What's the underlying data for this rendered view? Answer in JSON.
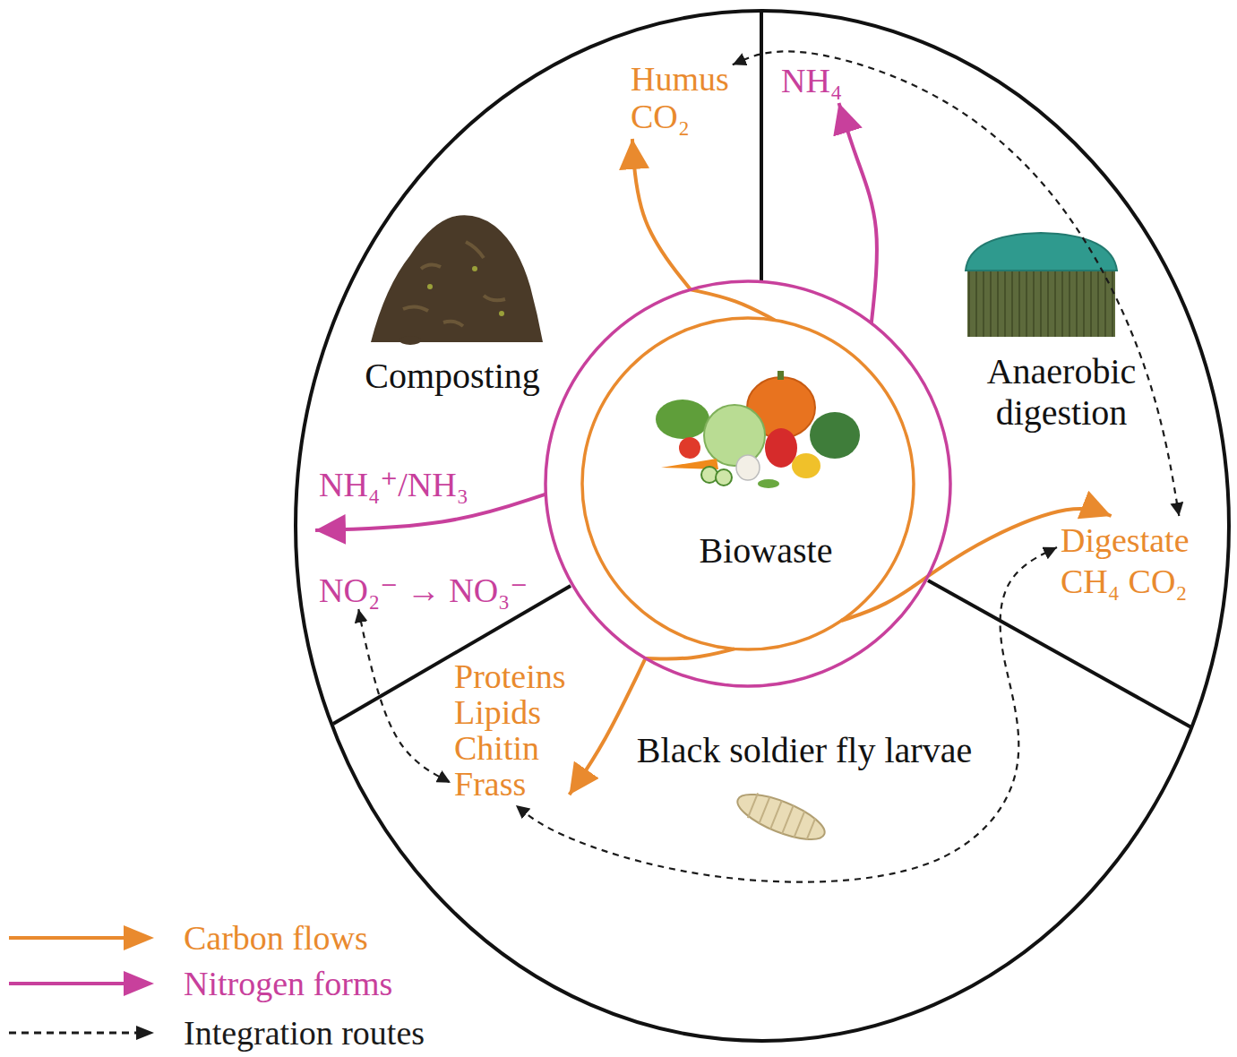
{
  "diagram": {
    "nodes": [
      {
        "text": [
          "Composting"
        ]
      },
      {
        "text": [
          "Anaerobic digestion"
        ]
      },
      {
        "text": [
          "Black soldier fly larvae"
        ]
      },
      {
        "text": [
          "Biowaste"
        ]
      },
      {
        "text": [
          "Humus CO₂"
        ],
        "in": 0
      },
      {
        "text": [
          "NH₄"
        ],
        "in": 1
      },
      {
        "text": [
          "NH₄⁺/NH₃",
          "NO₂⁻ → NO₃⁻"
        ],
        "in": 0
      },
      {
        "text": [
          "Digestate CH₄ CO₂"
        ],
        "in": 1
      },
      {
        "text": [
          "Proteins Lipids Chitin Frass"
        ],
        "in": 2
      }
    ],
    "edges": [
      {
        "from": 3,
        "to": 4,
        "arrow": "to"
      },
      {
        "from": 3,
        "to": 5,
        "arrow": "to"
      },
      {
        "from": 3,
        "to": 6,
        "arrow": "to"
      },
      {
        "from": 3,
        "to": 7,
        "arrow": "to"
      },
      {
        "from": 3,
        "to": 8,
        "arrow": "to"
      },
      {
        "from": 4,
        "to": 7,
        "arrow": "both"
      },
      {
        "from": 6,
        "to": 8,
        "arrow": "both"
      },
      {
        "from": 7,
        "to": 8,
        "arrow": "both"
      }
    ],
    "legend": [
      {
        "text": "Carbon flows"
      },
      {
        "text": "Nitrogen forms"
      },
      {
        "text": "Integration routes"
      }
    ]
  }
}
